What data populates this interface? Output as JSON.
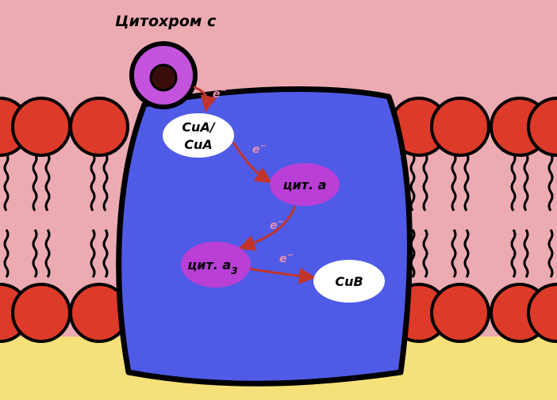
{
  "diagram": {
    "title": "Цитохром с",
    "nodes": {
      "cua": {
        "line1": "CuA/",
        "line2": "CuA"
      },
      "cyt_a": {
        "label": "цит. a"
      },
      "cyt_a3": {
        "label": "цит. a",
        "subscript": "3"
      },
      "cub": {
        "label": "CuB"
      }
    },
    "electron_label": {
      "base": "e",
      "sup": "−"
    }
  },
  "colors": {
    "cytosol_pink": "#ecaab2",
    "matrix_yellow": "#f6e07a",
    "lipid_head_red": "#dd3a2a",
    "protein_blue": "#4f5be6",
    "heme_purple": "#b93fd6",
    "cytochrome_purple": "#c453dd",
    "iron_dark": "#3a0d0d",
    "arrow_red": "#c0342b",
    "electron_text": "#e78fb0"
  }
}
